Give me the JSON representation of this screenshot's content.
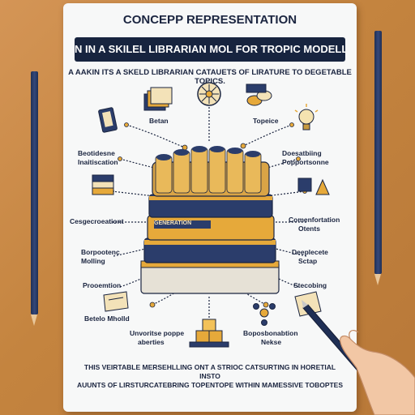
{
  "title": "CONCEPP REPRESENTATION",
  "banner": "N IN A SKILEL LIBRARIAN MOL FOR TROPIC MODELLING",
  "subtitle": "A AAKIN ITS A SKELD LIBRARIAN CATAUETS OF LIRATURE TO DEGETABLE TOPICS.",
  "book_spine_text": "GENERATION",
  "labels": {
    "top_left": "Betan",
    "top_right": "Topeice",
    "left_1a": "Beotidesne",
    "left_1b": "Inaitiscation",
    "right_1a": "Doesatbiing",
    "right_1b": "Popportsonne",
    "left_2": "Cesgecroeationt",
    "right_2a": "Comenfortation",
    "right_2b": "Otents",
    "left_3a": "Borpootenc",
    "left_3b": "Molling",
    "right_3a": "Deeplecete",
    "right_3b": "Sctap",
    "left_4": "Prooemtion",
    "right_4": "Stecobing",
    "left_5": "Betelo Mholld",
    "bottom_left_a": "Unvoritse poppe",
    "bottom_left_b": "aberties",
    "bottom_right_a": "Boposbonabtion",
    "bottom_right_b": "Nekse"
  },
  "footer_line1": "THIS VEIRTABLE MERSEHLLING ONT A STRIOC CATSURTING IN HORETIAL INSTO",
  "footer_line2": "AUUNTS OF LIRSTURCATEBRING TOPENTOPE WITHIN MAMESSIVE TOBOPTES",
  "colors": {
    "background": "#c98a4c",
    "banner": "#17243f",
    "ink": "#1b2540",
    "gold": "#e6a93a",
    "navy": "#2b3d6b"
  },
  "icons": {
    "top_left": "stacked-cards-icon",
    "top_center": "network-hub-icon",
    "top_right": "coins-icon",
    "lightbulb": "lightbulb-icon",
    "phone": "phone-icon",
    "left_stack": "card-stack-icon",
    "tools": "drafting-tools-icon",
    "notebook": "notebook-icon",
    "molecule": "molecule-icon",
    "boxes": "boxes-icon",
    "paper": "paper-icon"
  }
}
